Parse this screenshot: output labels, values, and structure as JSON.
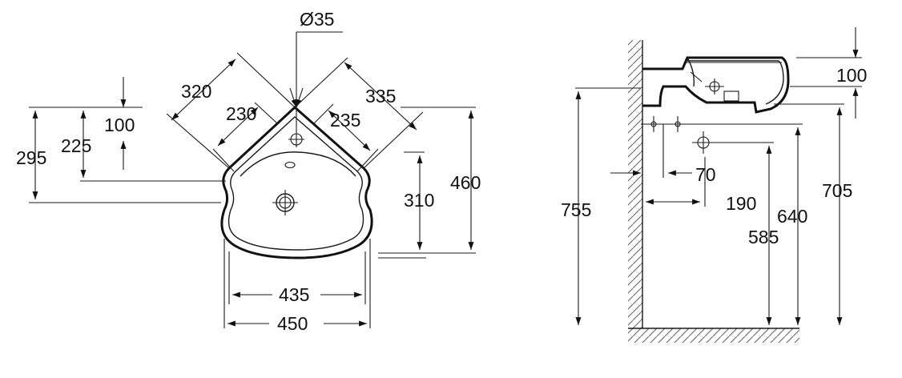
{
  "drawing": {
    "plan_view": {
      "hole_diameter_label": "Ø35",
      "dims": {
        "d320": "320",
        "d230": "230",
        "d335": "335",
        "d235": "235",
        "d100": "100",
        "d225": "225",
        "d295": "295",
        "d310": "310",
        "d460": "460",
        "d435": "435",
        "d450": "450"
      }
    },
    "side_view": {
      "dims": {
        "d100": "100",
        "d70": "70",
        "d190": "190",
        "d755": "755",
        "d640": "640",
        "d585": "585",
        "d705": "705"
      }
    }
  }
}
